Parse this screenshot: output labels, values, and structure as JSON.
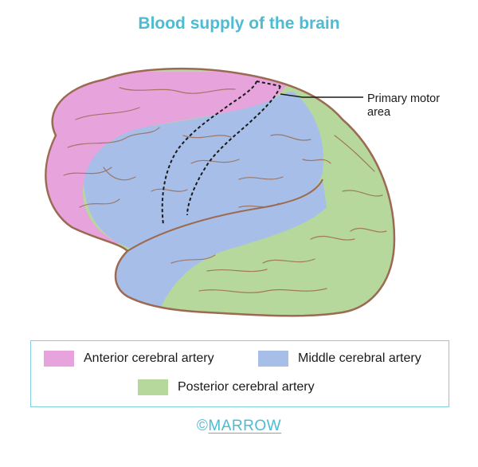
{
  "title": "Blood supply of the brain",
  "callout": {
    "line1": "Primary motor",
    "line2": "area"
  },
  "legend": [
    {
      "label": "Anterior cerebral artery",
      "color": "#e6a3dc"
    },
    {
      "label": "Middle cerebral artery",
      "color": "#a7bfe8"
    },
    {
      "label": "Posterior cerebral artery",
      "color": "#b6d89c"
    }
  ],
  "brand": {
    "copyright": "©",
    "name": "MARROW"
  },
  "colors": {
    "outline": "#9c6a52",
    "accent": "#4bbcd2"
  }
}
